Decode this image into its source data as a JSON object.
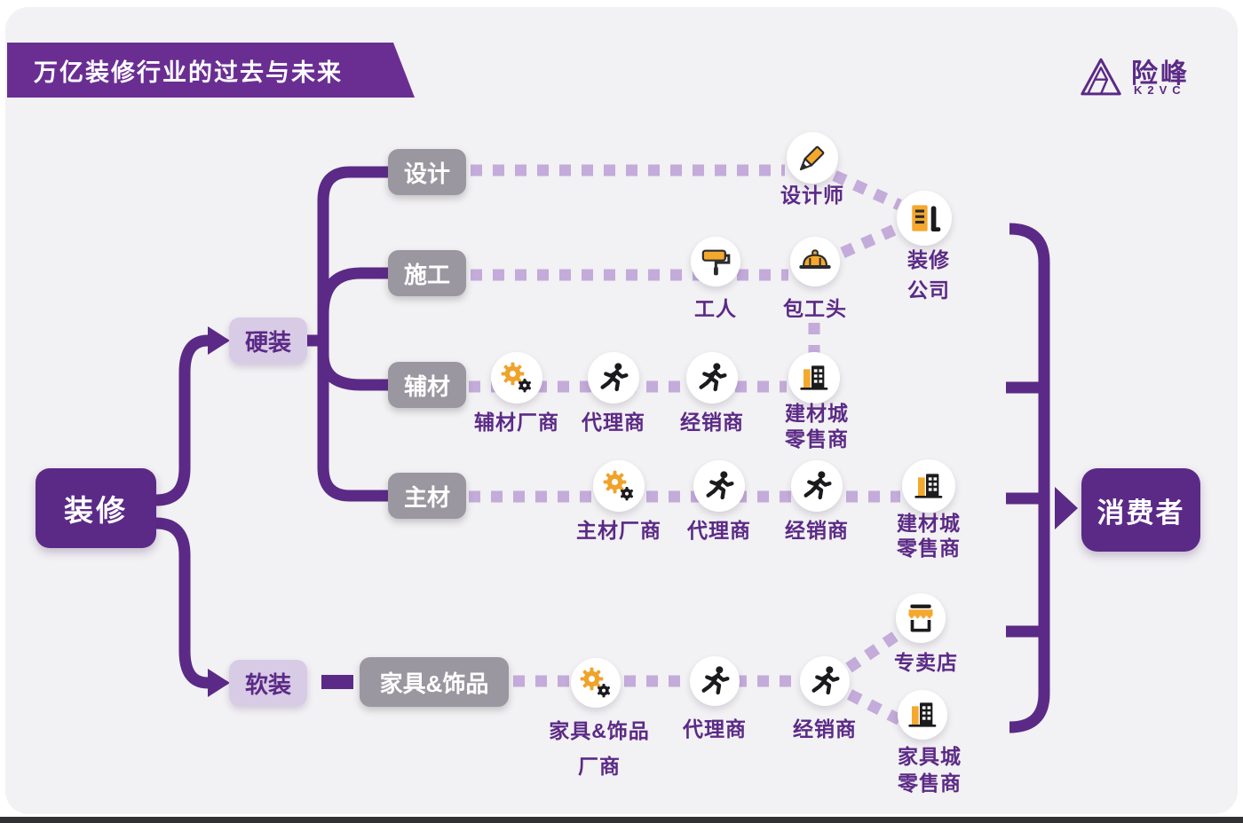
{
  "title": "万亿装修行业的过去与未来",
  "logo": {
    "name": "险峰",
    "sub": "K2VC"
  },
  "colors": {
    "background": "#F2F1F3",
    "purple_dark": "#5B2A86",
    "purple_banner": "#6A2E93",
    "lavender_box": "#D8CBE5",
    "gray_box": "#9B97A0",
    "dash_line": "#C3ABDA",
    "icon_orange": "#F4A82D",
    "icon_black": "#1B1B1E"
  },
  "nodes": {
    "root": "装修",
    "consumer": "消费者",
    "hard": "硬装",
    "soft": "软装",
    "design": "设计",
    "construction": "施工",
    "aux_materials": "辅材",
    "main_materials": "主材",
    "furniture": "家具&饰品",
    "designer": "设计师",
    "worker": "工人",
    "contractor": "包工头",
    "deco_company_1": "装修",
    "deco_company_2": "公司",
    "aux_manufacturer": "辅材厂商",
    "main_manufacturer": "主材厂商",
    "furniture_manufacturer_1": "家具&饰品",
    "furniture_manufacturer_2": "厂商",
    "agent": "代理商",
    "dealer": "经销商",
    "bm_retailer_1": "建材城",
    "bm_retailer_2": "零售商",
    "specialty_store": "专卖店",
    "furniture_retailer_1": "家具城",
    "furniture_retailer_2": "零售商"
  }
}
